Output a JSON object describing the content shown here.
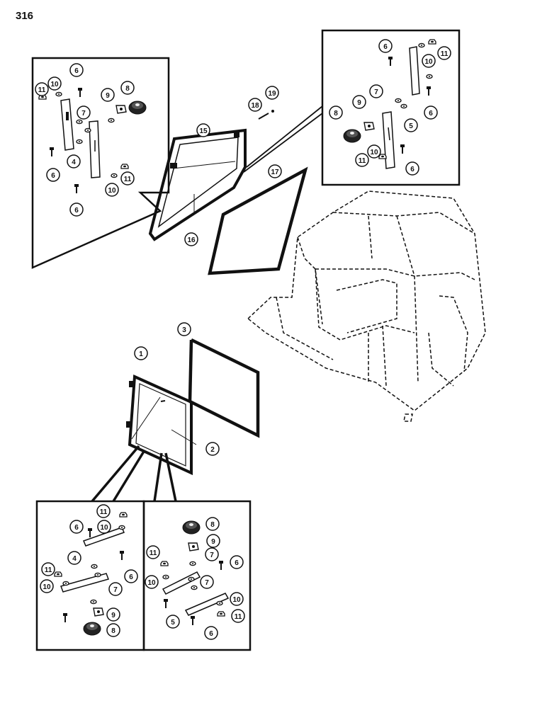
{
  "page": {
    "number": "316"
  },
  "colors": {
    "ink": "#111111",
    "paper": "#ffffff"
  },
  "detail_boxes": [
    {
      "name": "upper-left-rear-window-hardware-detail",
      "callouts": [
        "6",
        "10",
        "11",
        "9",
        "8",
        "7",
        "4",
        "6",
        "10",
        "11",
        "6"
      ]
    },
    {
      "name": "upper-right-rear-window-hardware-detail",
      "callouts": [
        "6",
        "10",
        "11",
        "7",
        "9",
        "8",
        "5",
        "6",
        "10",
        "11",
        "6"
      ]
    },
    {
      "name": "lower-left-door-window-hardware-detail",
      "callouts": [
        "11",
        "6",
        "10",
        "4",
        "6",
        "11",
        "10",
        "7",
        "9",
        "8"
      ]
    },
    {
      "name": "lower-right-door-window-hardware-detail",
      "callouts": [
        "8",
        "9",
        "11",
        "7",
        "6",
        "10",
        "7",
        "10",
        "5",
        "11",
        "6"
      ]
    }
  ],
  "main_callouts": {
    "rear_window_frame": "15",
    "rear_window_glass": "16",
    "rear_window_seal": "17",
    "pin": "18",
    "clip": "19",
    "door_window_frame": "1",
    "door_window_glass": "2",
    "door_window_seal": "3"
  },
  "icons": [
    "hinge-bracket-icon",
    "bolt-icon",
    "washer-icon",
    "nut-icon",
    "knob-icon",
    "latch-plate-icon"
  ]
}
